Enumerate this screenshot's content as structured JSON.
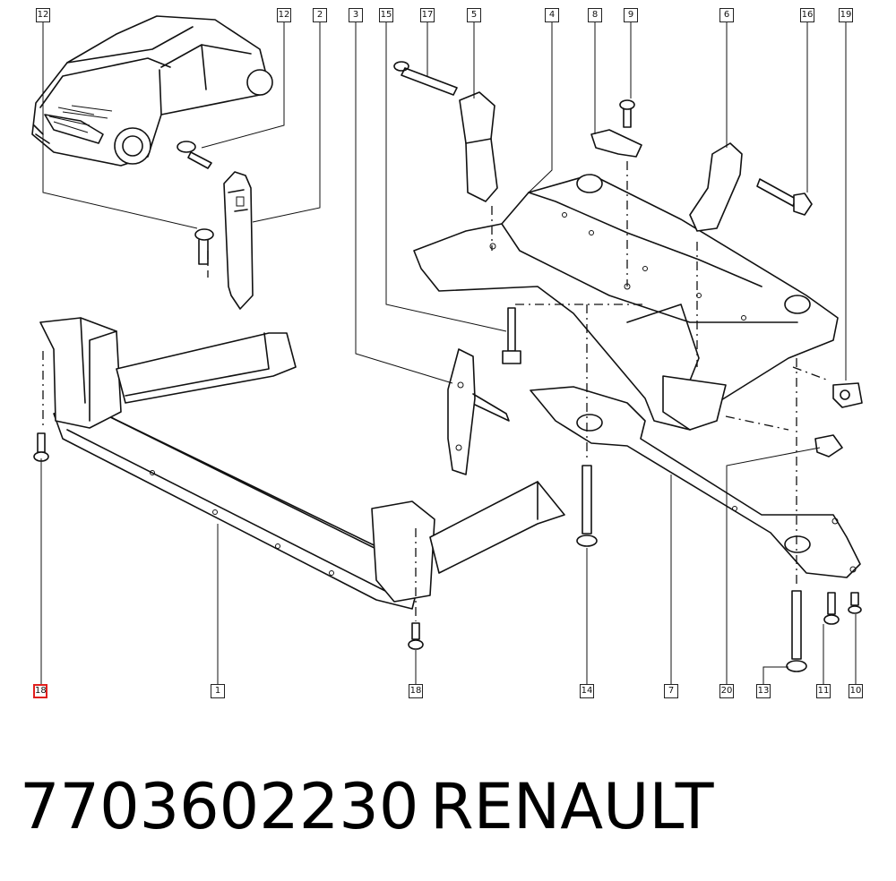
{
  "callouts_top": [
    "12",
    "12",
    "2",
    "3",
    "15",
    "17",
    "5",
    "4",
    "8",
    "9",
    "6",
    "16",
    "19"
  ],
  "callouts_bottom": [
    "18",
    "1",
    "18",
    "14",
    "7",
    "20",
    "13",
    "11",
    "10"
  ],
  "highlight_color": "#e0201e",
  "caption": {
    "part_number": "7703602230",
    "brand": "RENAULT"
  }
}
